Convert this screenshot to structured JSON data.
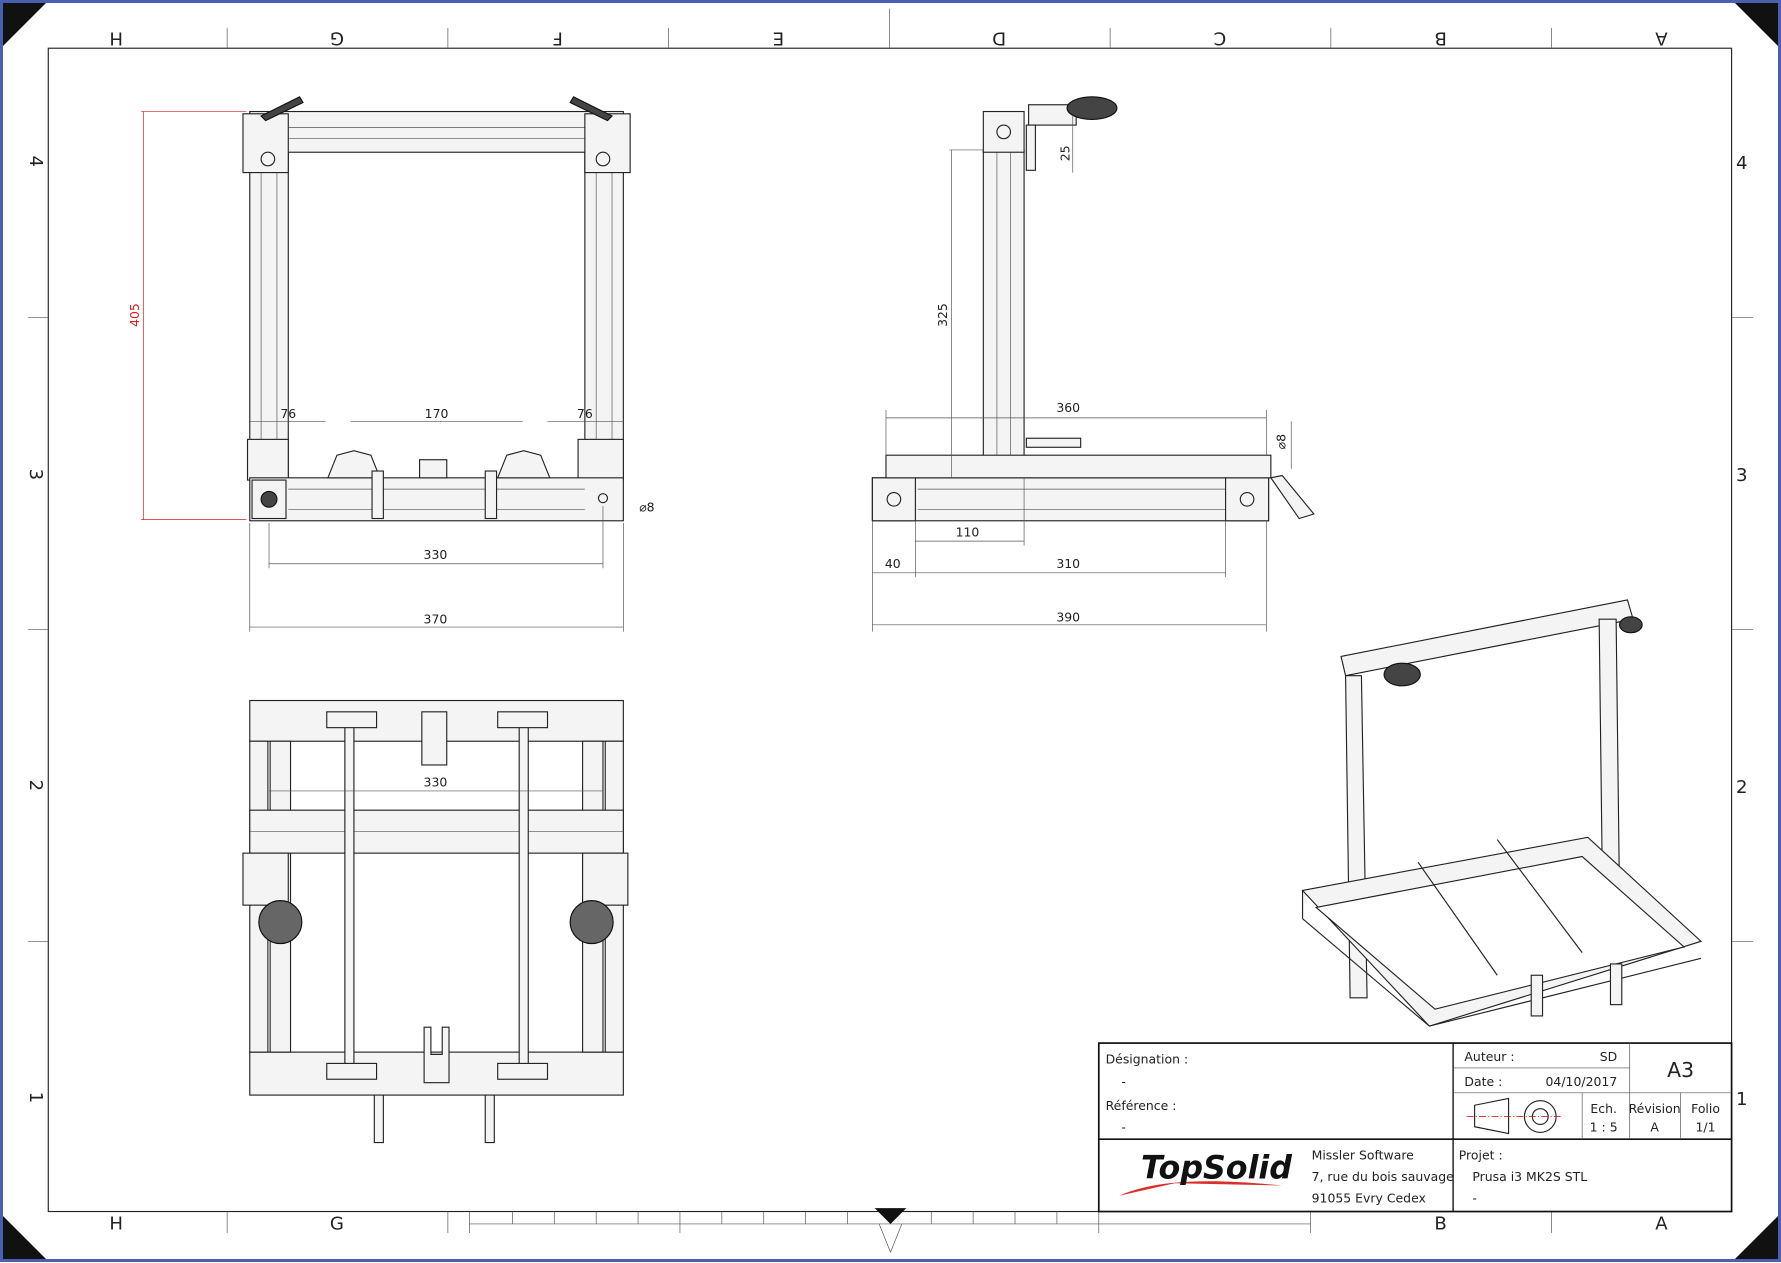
{
  "grid": {
    "columns": [
      "H",
      "G",
      "F",
      "E",
      "D",
      "C",
      "B",
      "A"
    ],
    "rows": [
      "4",
      "3",
      "2",
      "1"
    ]
  },
  "views": {
    "front": {
      "height": "405",
      "left_offset": "76",
      "middle": "170",
      "right_offset": "76",
      "inner_width": "330",
      "total_width": "370",
      "hole": "⌀8"
    },
    "bottom": {
      "inner_width": "330"
    },
    "side": {
      "spool_offset": "25",
      "frame_height": "325",
      "length": "360",
      "hole": "⌀8",
      "offset": "110",
      "start": "40",
      "inner_length": "310",
      "total_length": "390"
    }
  },
  "title_block": {
    "designation_label": "Désignation :",
    "designation_value": "-",
    "reference_label": "Référence :",
    "reference_value": "-",
    "author_label": "Auteur :",
    "author_value": "SD",
    "date_label": "Date :",
    "date_value": "04/10/2017",
    "format": "A3",
    "scale_label": "Ech.",
    "scale_value": "1 : 5",
    "revision_label": "Révision",
    "revision_value": "A",
    "folio_label": "Folio",
    "folio_value": "1/1",
    "logo_text": "TopSolid",
    "company": [
      "Missler Software",
      "7, rue du bois sauvage",
      "91055 Evry Cedex"
    ],
    "project_label": "Projet :",
    "project_value": "Prusa i3 MK2S STL",
    "project_sub": "-"
  },
  "colors": {
    "frame": "#4a5fb0",
    "dimension_red": "#d42020",
    "logo_red": "#d9302a"
  }
}
